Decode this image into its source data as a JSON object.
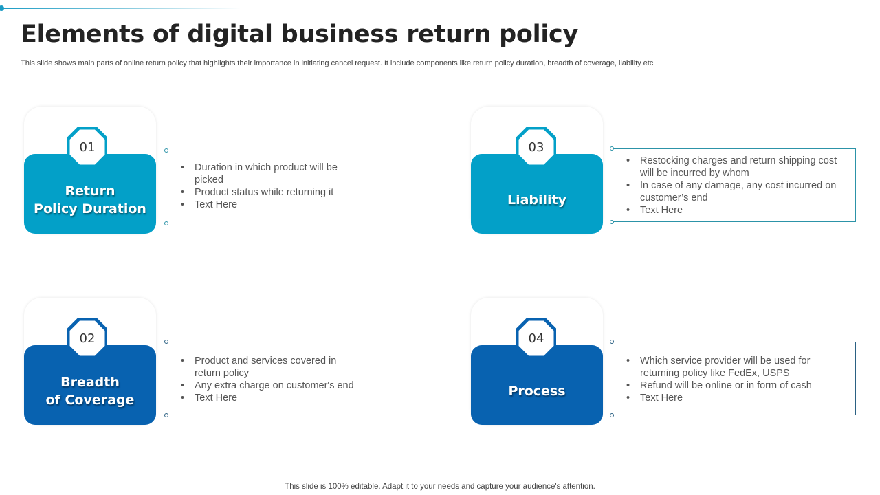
{
  "slide": {
    "title": "Elements of digital business return policy",
    "subtitle": "This slide shows main parts of online return policy that highlights their importance in initiating cancel request. It include components like return policy duration, breadth of coverage, liability etc",
    "footer": "This slide is 100% editable. Adapt it to your needs and capture your audience's attention."
  },
  "colors": {
    "light_blue": "#03a0c8",
    "dark_blue": "#0862b0",
    "light_line": "#2c93a8",
    "dark_line": "#2b6183"
  },
  "elements": [
    {
      "number": "01",
      "label": "Return\nPolicy Duration",
      "color": "#03a0c8",
      "bullets": [
        "Duration in which product will be picked",
        "Product status while returning it",
        "Text Here"
      ]
    },
    {
      "number": "02",
      "label": "Breadth\nof Coverage",
      "color": "#0862b0",
      "bullets": [
        "Product and services covered in return policy",
        "Any extra charge on customer's end",
        "Text Here"
      ]
    },
    {
      "number": "03",
      "label": "Liability",
      "color": "#03a0c8",
      "bullets": [
        "Restocking charges and return shipping cost will be incurred by whom",
        "In case of any damage, any cost incurred on customer’s end",
        "Text Here"
      ]
    },
    {
      "number": "04",
      "label": "Process",
      "color": "#0862b0",
      "bullets": [
        "Which service provider will be used for returning policy like FedEx, USPS",
        "Refund will be online or in form of cash",
        "Text Here"
      ]
    }
  ]
}
